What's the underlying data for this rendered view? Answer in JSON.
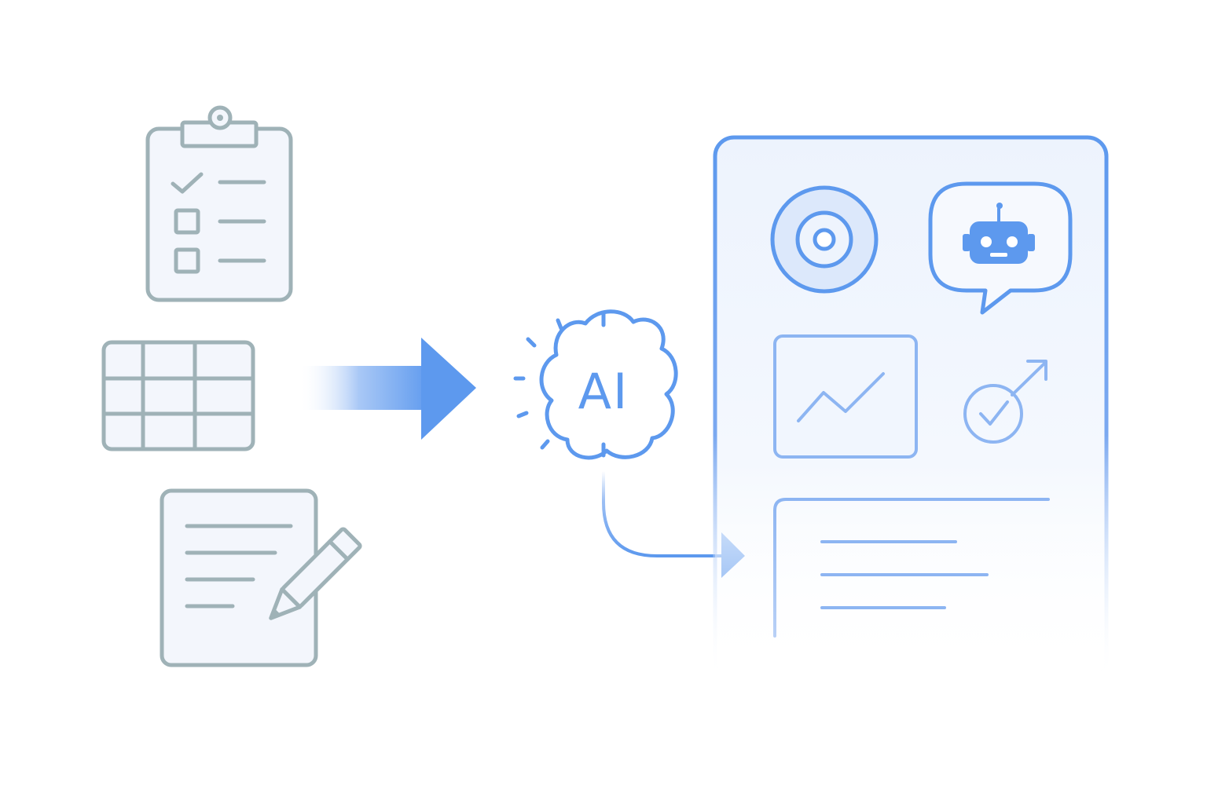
{
  "diagram": {
    "processor": {
      "label": "AI",
      "icon": "ai-cloud-brain-icon"
    },
    "inputs": [
      {
        "name": "checklist",
        "icon": "clipboard-checklist-icon"
      },
      {
        "name": "spreadsheet",
        "icon": "table-grid-icon"
      },
      {
        "name": "notes",
        "icon": "document-pencil-icon"
      }
    ],
    "output_panel": {
      "widgets": [
        {
          "name": "target",
          "icon": "target-icon"
        },
        {
          "name": "assistant",
          "icon": "robot-chat-bubble-icon"
        },
        {
          "name": "trend",
          "icon": "line-chart-icon"
        },
        {
          "name": "goal",
          "icon": "goal-check-arrow-icon"
        },
        {
          "name": "summary",
          "icon": "text-document-icon"
        }
      ]
    }
  },
  "colors": {
    "input_stroke": "#9fb2b7",
    "input_fill": "#f3f6fc",
    "accent": "#5d99ee",
    "accent_light": "#8db5f2",
    "panel_fill": "#eef4fd",
    "target_fill": "#dce8fb"
  }
}
